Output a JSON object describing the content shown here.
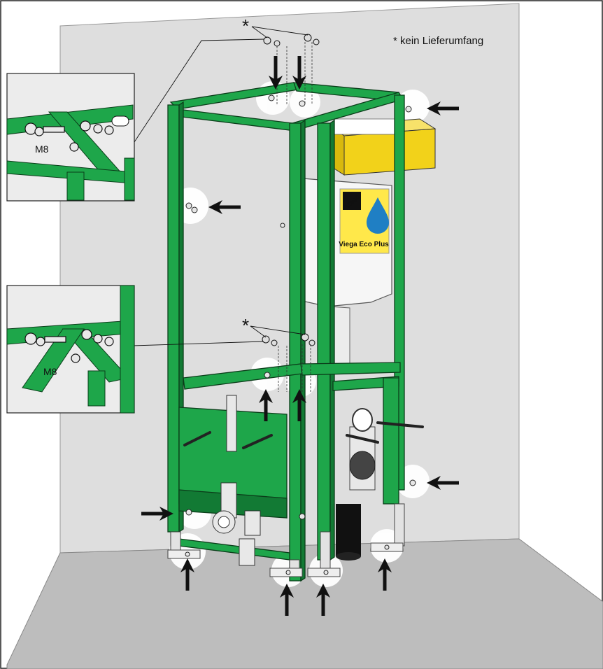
{
  "note": "* kein Lieferumfang",
  "star": "*",
  "bolt_size_top": "M8",
  "bolt_size_bottom": "M8",
  "brand": "Viega",
  "product": "Viega Eco Plus",
  "colors": {
    "frame": "#1ea64a",
    "frame_dark": "#127a34",
    "wall": "#dedede",
    "floor": "#bdbdbd",
    "cistern_box": "#f2d21a",
    "drop": "#1f7fc4"
  }
}
